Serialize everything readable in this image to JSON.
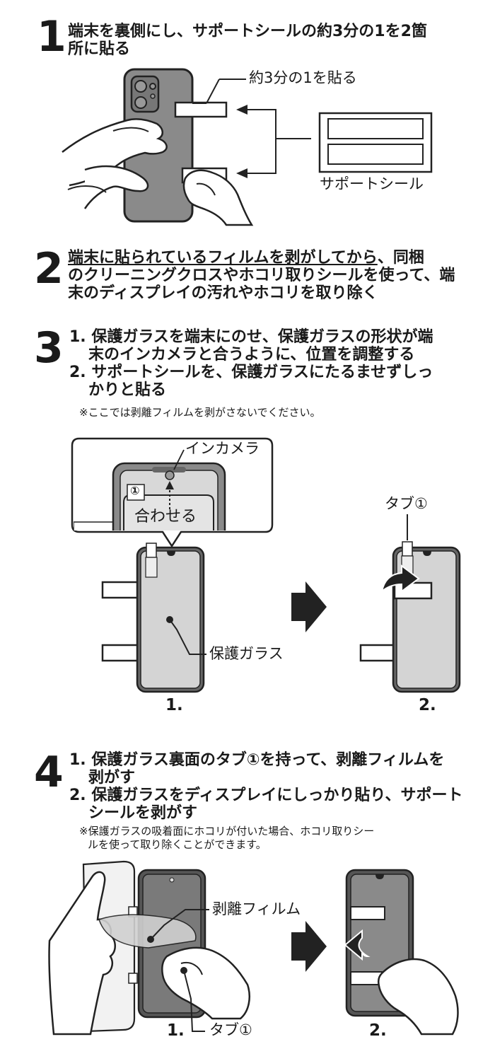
{
  "step1": {
    "number": "1",
    "heading_line1": "端末を裏側にし、サポートシールの約3分の1を2箇",
    "heading_line2": "所に貼る",
    "label_one_third": "約3分の1を貼る",
    "label_support_seal": "サポートシール"
  },
  "step2": {
    "number": "2",
    "heading_line1_underlined": "端末に貼られているフィルムを剥がしてから",
    "heading_line1_rest": "、同梱",
    "heading_line2": "のクリーニングクロスやホコリ取りシールを使って、端",
    "heading_line3": "末のディスプレイの汚れやホコリを取り除く"
  },
  "step3": {
    "number": "3",
    "item1_line1": "1. 保護ガラスを端末にのせ、保護ガラスの形状が端",
    "item1_line2": "末のインカメラと合うように、位置を調整する",
    "item2_line1": "2. サポートシールを、保護ガラスにたるませずしっ",
    "item2_line2": "かりと貼る",
    "note": "※ここでは剥離フィルムを剥がさないでください。",
    "label_in_camera": "インカメラ",
    "label_align": "合わせる",
    "label_circle_one": "①",
    "label_tab_one": "タブ①",
    "label_glass": "保護ガラス",
    "fig_label_1": "1.",
    "fig_label_2": "2."
  },
  "step4": {
    "number": "4",
    "item1_line1": "1. 保護ガラス裏面のタブ①を持って、剥離フィルムを",
    "item1_line2": "剥がす",
    "item2_line1": "2. 保護ガラスをディスプレイにしっかり貼り、サポート",
    "item2_line2": "シールを剥がす",
    "note_line1": "※保護ガラスの吸着面にホコリが付いた場合、ホコリ取りシー",
    "note_line2": "ルを使って取り除くことができます。",
    "label_release_film": "剥離フィルム",
    "label_tab_one": "タブ①",
    "fig_label_1": "1.",
    "fig_label_2": "2."
  }
}
